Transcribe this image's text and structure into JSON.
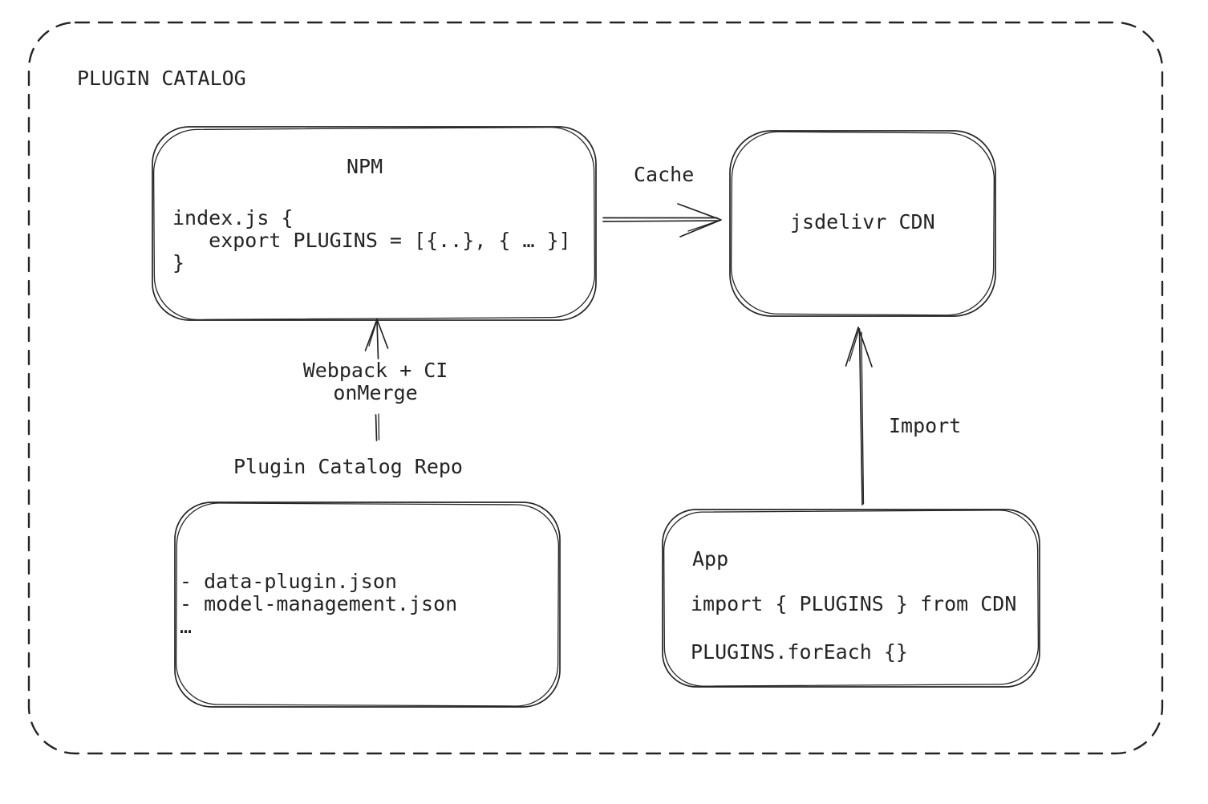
{
  "diagram": {
    "title": "PLUGIN CATALOG",
    "ink_color": "#242424",
    "background_color": "#ffffff",
    "nodes": {
      "npm": {
        "title": "NPM",
        "code": [
          "index.js {",
          "   export PLUGINS = [{..}, { … }]",
          "}"
        ]
      },
      "jsdelivr_cdn": {
        "label": "jsdelivr CDN"
      },
      "plugin_catalog_repo": {
        "label": "Plugin Catalog Repo",
        "files": [
          "- data-plugin.json",
          "- model-management.json",
          "…"
        ]
      },
      "app": {
        "title": "App",
        "import_line": "import { PLUGINS } from CDN",
        "foreach_line": "PLUGINS.forEach {}"
      }
    },
    "edges": {
      "cache": {
        "label": "Cache",
        "from": "npm",
        "to": "jsdelivr_cdn"
      },
      "build": {
        "label_lines": [
          "Webpack + CI",
          "onMerge"
        ],
        "from": "plugin_catalog_repo",
        "to": "npm"
      },
      "import": {
        "label": "Import",
        "from": "app",
        "to": "jsdelivr_cdn"
      }
    }
  }
}
